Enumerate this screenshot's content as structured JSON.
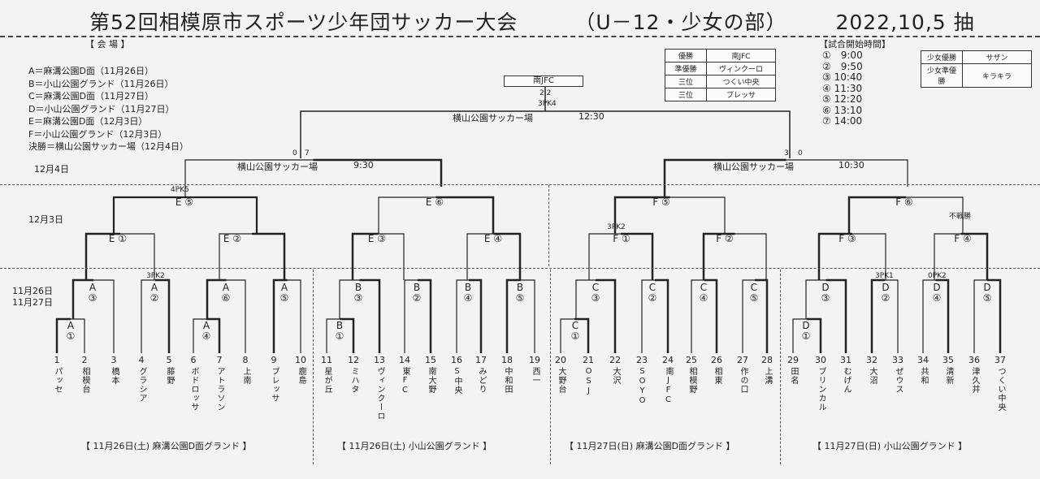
{
  "header": {
    "title": "第52回相模原市スポーツ少年団サッカー大会",
    "division": "（U－12・少女の部）",
    "date": "2022,10,5",
    "cut_char": "抽"
  },
  "venues": {
    "heading": "【 会 場 】",
    "items": [
      "A＝麻溝公園D面（11月26日）",
      "B＝小山公園グランド（11月26日）",
      "C＝麻溝公園D面（11月27日）",
      "D＝小山公園グランド（11月27日）",
      "E＝麻溝公園D面（12月3日）",
      "F＝小山公園グランド（12月3日）",
      "決勝＝横山公園サッカー場（12月4日）"
    ]
  },
  "results": {
    "rows": [
      {
        "k": "優勝",
        "v": "南JFC"
      },
      {
        "k": "準優勝",
        "v": "ヴィンクーロ"
      },
      {
        "k": "三位",
        "v": "つくい中央"
      },
      {
        "k": "三位",
        "v": "ブレッサ"
      }
    ]
  },
  "girls": {
    "rows": [
      {
        "k": "少女優勝",
        "v": "サザン"
      },
      {
        "k": "少女準優勝",
        "v": "キラキラ"
      }
    ]
  },
  "start_times": {
    "heading": "【試合開始時間】",
    "items": [
      "①　9:00",
      "②　9:50",
      "③ 10:40",
      "④ 11:30",
      "⑤ 12:20",
      "⑥ 13:10",
      "⑦ 14:00"
    ]
  },
  "final": {
    "champion": "南JFC",
    "score": "2  2",
    "pk": "3PK4",
    "venue": "横山公園サッカー場",
    "time": "12:30"
  },
  "semis": {
    "left": {
      "venue": "横山公園サッカー場",
      "time": "9:30",
      "score_l": "0",
      "score_r": "7"
    },
    "right": {
      "venue": "横山公園サッカー場",
      "time": "10:30",
      "score_l": "3",
      "score_r": "0"
    }
  },
  "dates": {
    "d124": "12月4日",
    "d123": "12月3日",
    "d1126": "11月26日",
    "d1127": "11月27日"
  },
  "teams": [
    {
      "num": "1",
      "name": "パッセ"
    },
    {
      "num": "2",
      "name": "相模台"
    },
    {
      "num": "3",
      "name": "橋本"
    },
    {
      "num": "4",
      "name": "グラシア"
    },
    {
      "num": "5",
      "name": "藤野"
    },
    {
      "num": "6",
      "name": "ボドロッサ"
    },
    {
      "num": "7",
      "name": "アトラソン"
    },
    {
      "num": "8",
      "name": "上南"
    },
    {
      "num": "9",
      "name": "ブレッサ"
    },
    {
      "num": "10",
      "name": "鹿島"
    },
    {
      "num": "11",
      "name": "星が丘"
    },
    {
      "num": "12",
      "name": "ミハタ"
    },
    {
      "num": "13",
      "name": "ヴィンクーロ"
    },
    {
      "num": "14",
      "name": "東FC"
    },
    {
      "num": "15",
      "name": "南大野"
    },
    {
      "num": "16",
      "name": "S中央"
    },
    {
      "num": "17",
      "name": "みどり"
    },
    {
      "num": "18",
      "name": "中和田"
    },
    {
      "num": "19",
      "name": "西一"
    },
    {
      "num": "20",
      "name": "大野台"
    },
    {
      "num": "21",
      "name": "OSJ"
    },
    {
      "num": "22",
      "name": "大沢"
    },
    {
      "num": "23",
      "name": "SOYO"
    },
    {
      "num": "24",
      "name": "南JFC"
    },
    {
      "num": "25",
      "name": "相模野"
    },
    {
      "num": "26",
      "name": "相東"
    },
    {
      "num": "27",
      "name": "作の口"
    },
    {
      "num": "28",
      "name": "上溝"
    },
    {
      "num": "29",
      "name": "田名"
    },
    {
      "num": "30",
      "name": "ブリンカル"
    },
    {
      "num": "31",
      "name": "むげん"
    },
    {
      "num": "32",
      "name": "大沼"
    },
    {
      "num": "33",
      "name": "ぜウス"
    },
    {
      "num": "34",
      "name": "共和"
    },
    {
      "num": "35",
      "name": "清新"
    },
    {
      "num": "36",
      "name": "津久井"
    },
    {
      "num": "37",
      "name": "つくい中央"
    }
  ],
  "nodes": {
    "E5": "E ⑤",
    "E6": "E ⑥",
    "F5": "F ⑤",
    "F6": "F ⑥",
    "E1": "E ①",
    "E2": "E ②",
    "E3": "E ③",
    "E4": "E ④",
    "F1": "F ①",
    "F2": "F ②",
    "F3": "F ③",
    "F4": "F ④",
    "A3": "A\n③",
    "A2": "A\n②",
    "A6": "A\n⑥",
    "A5": "A\n⑤",
    "A1": "A\n①",
    "A4": "A\n④",
    "B3": "B\n③",
    "B2": "B\n②",
    "B4": "B\n④",
    "B5": "B\n⑤",
    "B1": "B\n①",
    "C3": "C\n③",
    "C2": "C\n②",
    "C4": "C\n④",
    "C5": "C\n⑤",
    "C1": "C\n①",
    "D3": "D\n③",
    "D2": "D\n②",
    "D4": "D\n④",
    "D5": "D\n⑤",
    "D1": "D\n①"
  },
  "pk_notes": {
    "e5": "4PK5",
    "f5": "3PK2",
    "a2": "3PK2",
    "d2": "3PK1",
    "d4": "0PK2",
    "forfeit": "不戦勝"
  },
  "footers": [
    "【 11月26日(土) 麻溝公園D面グランド 】",
    "【 11月26日(土) 小山公園グランド 】",
    "【 11月27日(日) 麻溝公園D面グランド 】",
    "【 11月27日(日) 小山公園グランド 】"
  ]
}
